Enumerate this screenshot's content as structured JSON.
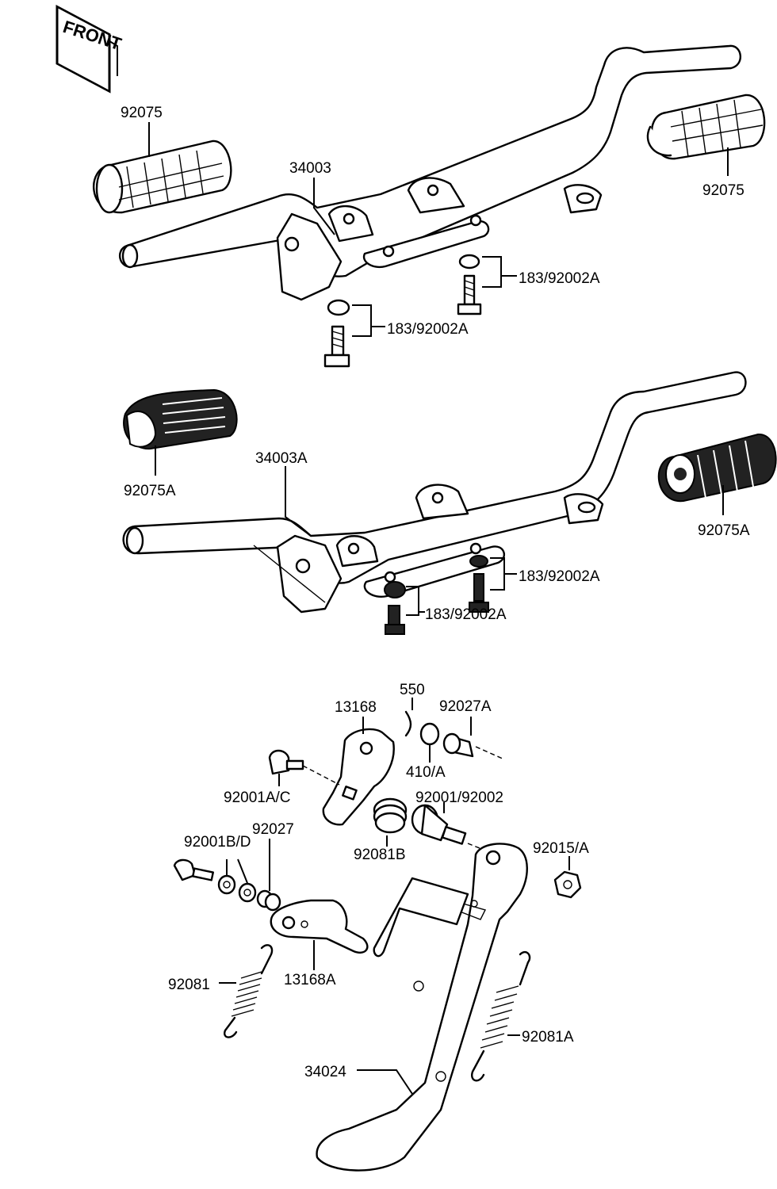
{
  "front_badge": "FRONT",
  "labels": {
    "grip_l_top": "92075",
    "grip_r_top": "92075",
    "bar_top": "34003",
    "bolt_r_top": "183/92002A",
    "bolt_l_top": "183/92002A",
    "grip_l_mid": "92075A",
    "grip_r_mid": "92075A",
    "bar_mid": "34003A",
    "bolt_r_mid": "183/92002A",
    "bolt_l_mid": "183/92002A",
    "pin": "550",
    "collar": "92027A",
    "bracket": "13168",
    "washer": "410/A",
    "bolt_small": "92001A/C",
    "bolt_pivot": "92001/92002",
    "spring_coil": "92081B",
    "bolt_set": "92001B/D",
    "collar2": "92027",
    "nut": "92015/A",
    "spring_l": "92081",
    "bracket2": "13168A",
    "spring_r": "92081A",
    "stand": "34024"
  }
}
